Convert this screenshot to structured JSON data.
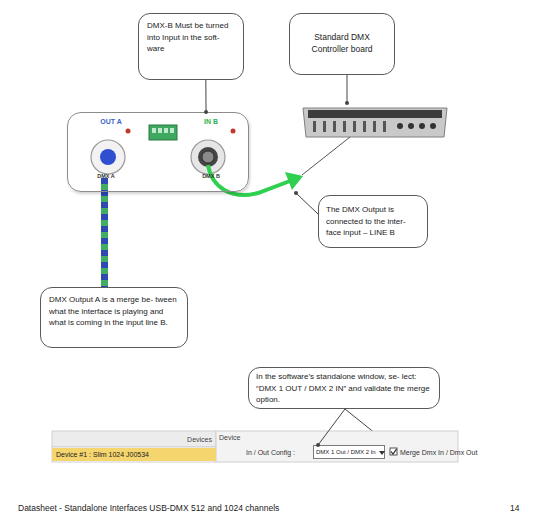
{
  "diagram": {
    "nodes": [
      {
        "text": [
          "DMX-B Must be turned into Input in the soft- ware"
        ]
      },
      {
        "text": [
          "Standard DMX Controller board"
        ]
      },
      {
        "text": [
          "OUT A",
          "IN B",
          "DMX A",
          "DMX B"
        ]
      },
      {
        "text": [
          "The DMX Output is connected to the inter- face input – LINE B"
        ]
      },
      {
        "text": [
          "DMX Output A is a merge be- tween what the interface is playing and what is coming in the input line B."
        ]
      },
      {
        "text": [
          "In the software’s standalone window, se- lect: “DMX 1 OUT / DMX 2 IN” and validate the merge option."
        ]
      },
      {
        "text": [
          "Device #1 : Slim 1024 J00534"
        ]
      },
      {
        "text": [
          "DMX 1 Out / DMX 2 In"
        ]
      }
    ],
    "edges": [
      {
        "from": 0,
        "to": 2,
        "arrow": "none"
      },
      {
        "from": 5,
        "to": 7,
        "arrow": "none"
      }
    ],
    "labels": [
      "Devices",
      "Device",
      "In / Out Config :",
      "Merge Dmx In / Dmx Out",
      "Datasheet - Standalone Interfaces USB-DMX 512 and 1024 channels",
      "14"
    ]
  }
}
